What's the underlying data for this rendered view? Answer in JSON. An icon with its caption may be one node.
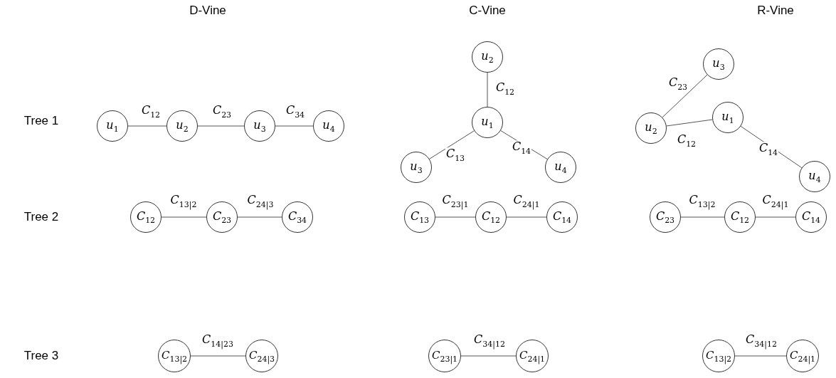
{
  "diagram": {
    "nodes": [
      {
        "text": [
          "*u*$_{1}$"
        ]
      },
      {
        "text": [
          "*u*$_{2}$"
        ]
      },
      {
        "text": [
          "*u*$_{3}$"
        ]
      },
      {
        "text": [
          "*u*$_{4}$"
        ]
      },
      {
        "text": [
          "*u*$_{2}$"
        ]
      },
      {
        "text": [
          "*u*$_{1}$"
        ]
      },
      {
        "text": [
          "*u*$_{3}$"
        ]
      },
      {
        "text": [
          "*u*$_{4}$"
        ]
      },
      {
        "text": [
          "*u*$_{3}$"
        ]
      },
      {
        "text": [
          "*u*$_{2}$"
        ]
      },
      {
        "text": [
          "*u*$_{1}$"
        ]
      },
      {
        "text": [
          "*u*$_{4}$"
        ]
      },
      {
        "text": [
          "*C*$_{12}$"
        ]
      },
      {
        "text": [
          "*C*$_{23}$"
        ]
      },
      {
        "text": [
          "*C*$_{34}$"
        ]
      },
      {
        "text": [
          "*C*$_{13}$"
        ]
      },
      {
        "text": [
          "*C*$_{12}$"
        ]
      },
      {
        "text": [
          "*C*$_{14}$"
        ]
      },
      {
        "text": [
          "*C*$_{23}$"
        ]
      },
      {
        "text": [
          "*C*$_{12}$"
        ]
      },
      {
        "text": [
          "*C*$_{14}$"
        ]
      },
      {
        "text": [
          "*C*$_{13|2}$"
        ]
      },
      {
        "text": [
          "*C*$_{24|3}$"
        ]
      },
      {
        "text": [
          "*C*$_{23|1}$"
        ]
      },
      {
        "text": [
          "*C*$_{24|1}$"
        ]
      },
      {
        "text": [
          "*C*$_{13|2}$"
        ]
      },
      {
        "text": [
          "*C*$_{24|1}$"
        ]
      }
    ],
    "edges": [
      {
        "from": 0,
        "to": 1,
        "arrow": "none",
        "label": "*C*$_{12}$"
      },
      {
        "from": 1,
        "to": 2,
        "arrow": "none",
        "label": "*C*$_{23}$"
      },
      {
        "from": 2,
        "to": 3,
        "arrow": "none",
        "label": "*C*$_{34}$"
      },
      {
        "from": 4,
        "to": 5,
        "arrow": "none",
        "label": "*C*$_{12}$"
      },
      {
        "from": 5,
        "to": 6,
        "arrow": "none",
        "label": "*C*$_{13}$"
      },
      {
        "from": 5,
        "to": 7,
        "arrow": "none",
        "label": "*C*$_{14}$"
      },
      {
        "from": 9,
        "to": 8,
        "arrow": "none",
        "label": "*C*$_{23}$"
      },
      {
        "from": 9,
        "to": 10,
        "arrow": "none",
        "label": "*C*$_{12}$"
      },
      {
        "from": 10,
        "to": 11,
        "arrow": "none",
        "label": "*C*$_{14}$"
      },
      {
        "from": 12,
        "to": 13,
        "arrow": "none",
        "label": "*C*$_{13|2}$"
      },
      {
        "from": 13,
        "to": 14,
        "arrow": "none",
        "label": "*C*$_{24|3}$"
      },
      {
        "from": 15,
        "to": 16,
        "arrow": "none",
        "label": "*C*$_{23|1}$"
      },
      {
        "from": 16,
        "to": 17,
        "arrow": "none",
        "label": "*C*$_{24|1}$"
      },
      {
        "from": 18,
        "to": 19,
        "arrow": "none",
        "label": "*C*$_{13|2}$"
      },
      {
        "from": 19,
        "to": 20,
        "arrow": "none",
        "label": "*C*$_{24|1}$"
      },
      {
        "from": 21,
        "to": 22,
        "arrow": "none",
        "label": "*C*$_{14|23}$"
      },
      {
        "from": 23,
        "to": 24,
        "arrow": "none",
        "label": "*C*$_{34|12}$"
      },
      {
        "from": 25,
        "to": 26,
        "arrow": "none",
        "label": "*C*$_{34|12}$"
      }
    ],
    "labels": [
      "D-Vine",
      "C-Vine",
      "R-Vine",
      "Tree 1",
      "Tree 2",
      "Tree 3"
    ]
  }
}
